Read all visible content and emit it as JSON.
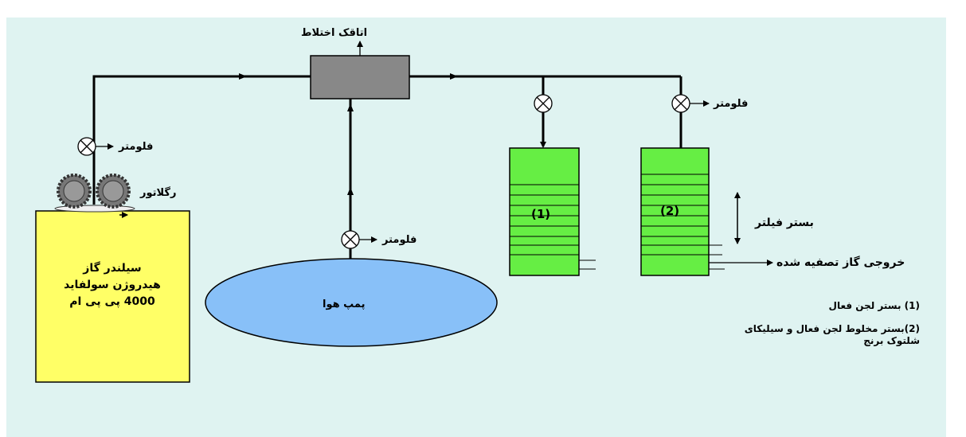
{
  "mixing_chamber_label": "اتاقک اختلاط",
  "flowmeter_label": "فلومتر",
  "regulator_label": "رگلاتور",
  "cylinder_lines": [
    "سیلندر گاز",
    "هیدروژن سولفاید",
    "4000 پی پی ام"
  ],
  "pump_label": "پمپ هوا",
  "bed1_number": "(1)",
  "bed2_number": "(2)",
  "filter_bed_label": "بستر فیلتر",
  "purified_gas_label": "خروجی گاز تصفیه شده",
  "legend": {
    "item1": "(1) بستر لجن فعال",
    "item2_line1": "(2)بستر مخلوط لجن فعال و سیلیکای",
    "item2_line2": "شلتوک برنج"
  },
  "colors": {
    "background": "#dff3f1",
    "cylinder": "#ffff66",
    "mixing_chamber": "#888888",
    "bed": "#66ee44",
    "pump": "#88c0f8"
  }
}
